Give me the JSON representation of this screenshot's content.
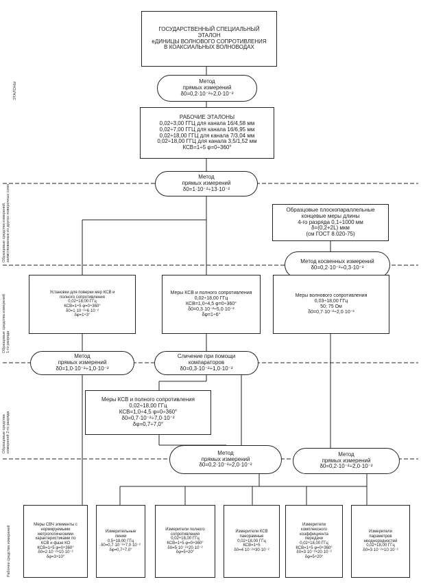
{
  "side_labels": {
    "etalons": "ЭТАЛОНЫ",
    "arb_1": "Образцовые средства измерений,",
    "arb_2": "заимствованные из других поверочных схем",
    "first_rank_1": "Образцовые средства измерений",
    "first_rank_2": "1-го разряда",
    "second_rank_1": "Образцовые средства",
    "second_rank_2": "измерений 2-го разряда",
    "working": "Рабочие средства измерений"
  },
  "nodes": {
    "etalon": [
      "ГОСУДАРСТВЕННЫЙ СПЕЦИАЛЬНЫЙ",
      "ЭТАЛОН",
      "еДИНИЦЫ ВОЛНОВОГО СОПРОТИВЛЕНИЯ",
      "В КОАКСИАЛЬНЫХ ВОЛНОВОДАХ"
    ],
    "method1": [
      "Метод",
      "прямых измерений",
      "δ0=0,2·10⁻²÷2,0·10⁻²"
    ],
    "working_etalons": [
      "РАБОЧИЕ ЭТАЛОНЫ",
      "0,02÷3,00 ГГЦ для канала 16/4,58 мм",
      "0,02÷7,00 ГГЦ для канала 16/6,95 мм",
      "0,02÷18,00 ГГЦ для канала 7/3,04 мм",
      "0,02÷18,00 ГГЦ для канала 3,5/1,52 мм",
      "КСВ=1÷5 φ=0÷360°"
    ],
    "method2": [
      "Метод",
      "прямых измерений",
      "δ0=1·10⁻²÷13·10⁻²"
    ],
    "length_measures": [
      "Образцовые плоскопараллельные",
      "концевые меры длины",
      "4-го разряда 0,1÷1000 мм",
      "δ=(0,2+2L) мкм",
      "(см ГОСТ 8.020-75)"
    ],
    "indirect": [
      "Метод косвенных измерений",
      "δ0=0,2·10⁻²÷0,3·10⁻²"
    ],
    "install": [
      "Установки для поверки мер КСВ и",
      "полного сопротивления",
      "0,02÷18,00 ГГц",
      "КСВ=1÷5 φ=0÷360°",
      "δ0=1·10⁻²÷6·10⁻²",
      "δφ=1÷3°"
    ],
    "measures1": [
      "Меры КСВ и полного сопротивления",
      "0,02÷18,00 ГГц",
      "КСВ=1,0÷4,5 φ=0÷360°",
      "δ0=0,3·10⁻²÷5,0·10⁻²",
      "δφ=1÷6°"
    ],
    "wave_measures": [
      "Меры волнового сопротивления",
      "0,03÷18,00 ГГц",
      "50; 75 Ом",
      "δ0=0,7·10⁻²÷2,0·10⁻²"
    ],
    "method3": [
      "Метод",
      "прямых измерений",
      "δ0=1,0·10⁻²÷1,0·10⁻²"
    ],
    "comparison": [
      "Сличение при помощи",
      "компараторов",
      "δ0=0,3·10⁻²÷1,0·10⁻²"
    ],
    "measures2": [
      "Меры КСВ и полного сопротивления",
      "0,02÷18,00 ГГц",
      "КСВ=1,0÷4,5 φ=0÷360°",
      "δ0=0,7·10⁻²÷7,0·10⁻²",
      "δφ=0,7÷7,0°"
    ],
    "method4": [
      "Метод",
      "прямых измерений",
      "δ0=0,2·10⁻²÷2,0·10⁻²"
    ],
    "method5": [
      "Метод",
      "прямых измерений",
      "δ0=0,2·10⁻²÷2,0·10⁻²"
    ],
    "w1": [
      "Меры СВЧ элементы с",
      "нормируемыми",
      "метрологическими",
      "характеристиками по",
      "КСВ и фазе КО",
      "КСВ=1÷5 φ=0÷360°",
      "δ0=2·10⁻²÷10·10⁻²",
      "δφ=3÷10°"
    ],
    "w2": [
      "Измерительные",
      "линии",
      "0,5÷18,00 ГГц",
      "δ0=0,7·10⁻²÷7,0·10⁻²",
      "δφ=0,7÷7,0°"
    ],
    "w3": [
      "Измерители полного",
      "сопротивления",
      "0,02÷18,00 ГГц",
      "КСВ=1÷5 φ=0÷360°",
      "δ0=5·10⁻²÷20·10⁻²",
      "δφ=5÷20°"
    ],
    "w4": [
      "Измерители КСВ",
      "панорамные",
      "0,02÷18,00 ГГц",
      "КСВ=1÷5",
      "δ0=4·10⁻²÷30·10⁻²"
    ],
    "w5": [
      "Измерители",
      "комплексного",
      "коэффициента",
      "передачи",
      "0,02÷18,00 ГГц",
      "КСВ=1÷5 φ=0÷360°",
      "δ0=3·10⁻²÷20·10⁻²",
      "δφ=5÷20°"
    ],
    "w6": [
      "Измерители",
      "параметров",
      "неоднородностей",
      "0,02÷18,00 ГГц",
      "δ0=3·10⁻²÷10·10⁻²"
    ]
  }
}
